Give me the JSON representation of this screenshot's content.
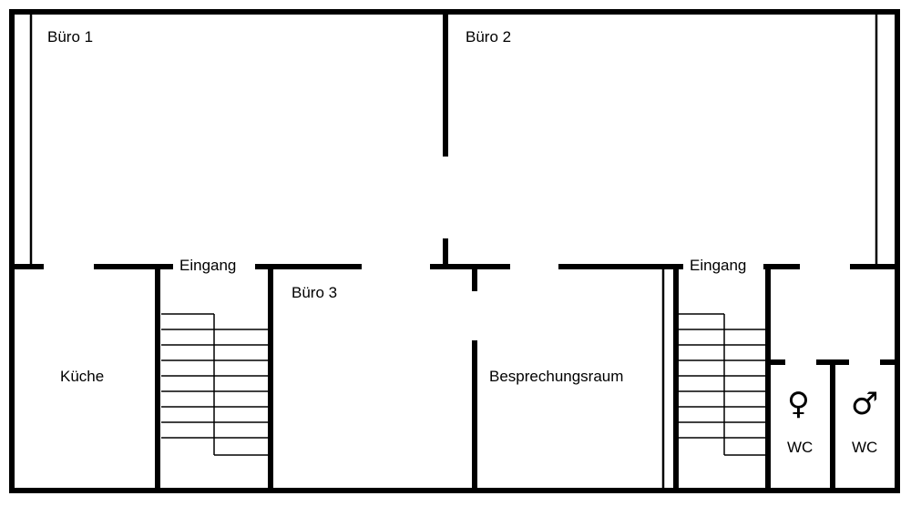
{
  "rooms": {
    "buero1": "Büro 1",
    "buero2": "Büro 2",
    "buero3": "Büro 3",
    "kueche": "Küche",
    "besprechungsraum": "Besprechungsraum",
    "eingang_left": "Eingang",
    "eingang_right": "Eingang",
    "wc_female": "WC",
    "wc_male": "WC"
  },
  "symbols": {
    "female": "♀",
    "male": "♂"
  },
  "colors": {
    "wall": "#000000",
    "background": "#ffffff"
  }
}
